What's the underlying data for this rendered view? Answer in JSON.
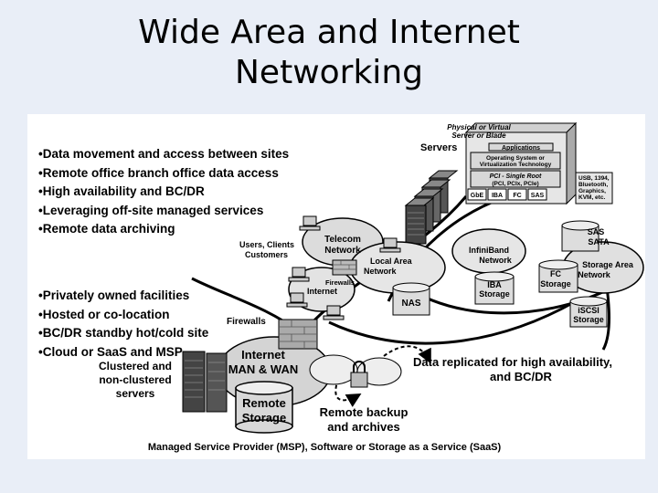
{
  "slide": {
    "title_line1": "Wide Area and Internet",
    "title_line2": "Networking"
  },
  "bullets_top": [
    "Data movement and access between sites",
    "Remote office branch office data access",
    "High availability and BC/DR",
    "Leveraging off-site managed services",
    "Remote data archiving"
  ],
  "bullets_bottom": [
    "Privately owned facilities",
    "Hosted or co-location",
    "BC/DR standby hot/cold site",
    "Cloud or SaaS and MSP"
  ],
  "labels": {
    "server_box_title_1": "Physical or Virtual",
    "server_box_title_2": "Server or Blade",
    "applications": "Applications",
    "os_1": "Operating System or",
    "os_2": "Virtualization Technology",
    "pci_1": "PCI - Single Root",
    "pci_2": "(PCI, PCIx, PCIe)",
    "slot_gbe": "GbE",
    "slot_iba": "IBA",
    "slot_fc": "FC",
    "slot_sas": "SAS",
    "usb_1": "USB, 1394,",
    "usb_2": "Bluetooth,",
    "usb_3": "Graphics,",
    "usb_4": "KVM, etc.",
    "servers": "Servers",
    "users_1": "Users, Clients",
    "users_2": "Customers",
    "telecom_1": "Telecom",
    "telecom_2": "Network",
    "firewalls_small": "Firewalls",
    "internet_small": "Internet",
    "lan_1": "Local Area",
    "lan_2": "Network",
    "nas": "NAS",
    "infiniband_1": "InfiniBand",
    "infiniband_2": "Network",
    "iba_storage_1": "IBA",
    "iba_storage_2": "Storage",
    "fc_storage_1": "FC",
    "fc_storage_2": "Storage",
    "sas_sata_1": "SAS",
    "sas_sata_2": "SATA",
    "san_1": "Storage Area",
    "san_2": "Network",
    "iscsi_1": "iSCSI",
    "iscsi_2": "Storage",
    "firewalls": "Firewalls",
    "clustered_1": "Clustered and",
    "clustered_2": "non-clustered",
    "clustered_3": "servers",
    "internet_wan_1": "Internet",
    "internet_wan_2": "MAN & WAN",
    "remote_storage_1": "Remote",
    "remote_storage_2": "Storage",
    "replicated_1": "Data replicated for high availability,",
    "replicated_2": "and BC/DR",
    "remote_backup_1": "Remote backup",
    "remote_backup_2": "and archives",
    "footer": "Managed Service Provider (MSP), Software or Storage as a Service (SaaS)"
  }
}
